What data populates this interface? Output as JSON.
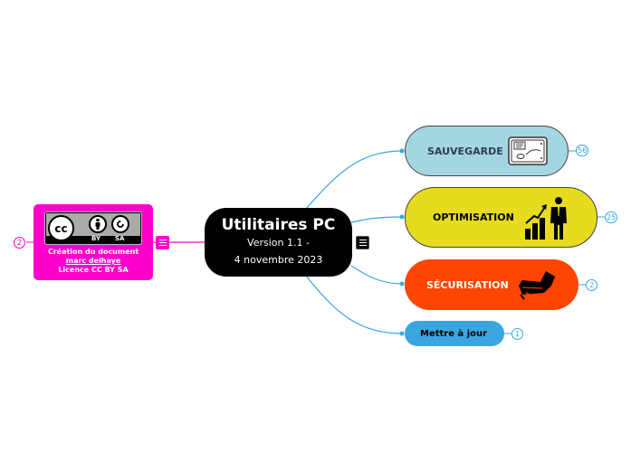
{
  "central": {
    "title": "Utilitaires PC",
    "version": "Version 1.1 -",
    "date": "4 novembre 2023"
  },
  "license": {
    "cc_label": "cc",
    "by_label": "BY",
    "sa_label": "SA",
    "line1": "Création du document",
    "line2": "marc delhaye",
    "line3": "Licence CC BY SA",
    "count": "2"
  },
  "branches": [
    {
      "label": "SAUVEGARDE",
      "count": "56",
      "icon": "hard-drive-icon",
      "color": "#a4d6e1"
    },
    {
      "label": "OPTIMISATION",
      "count": "25",
      "icon": "growth-chart-icon",
      "color": "#e6db1e"
    },
    {
      "label": "SÉCURISATION",
      "count": "2",
      "icon": "boot-kick-icon",
      "color": "#ff4500"
    },
    {
      "label": "Mettre à jour",
      "count": "1",
      "icon": "",
      "color": "#3aa6e0"
    }
  ],
  "colors": {
    "link": "#3aa6e0",
    "license_link": "#ff00cc",
    "central": "#000000"
  }
}
